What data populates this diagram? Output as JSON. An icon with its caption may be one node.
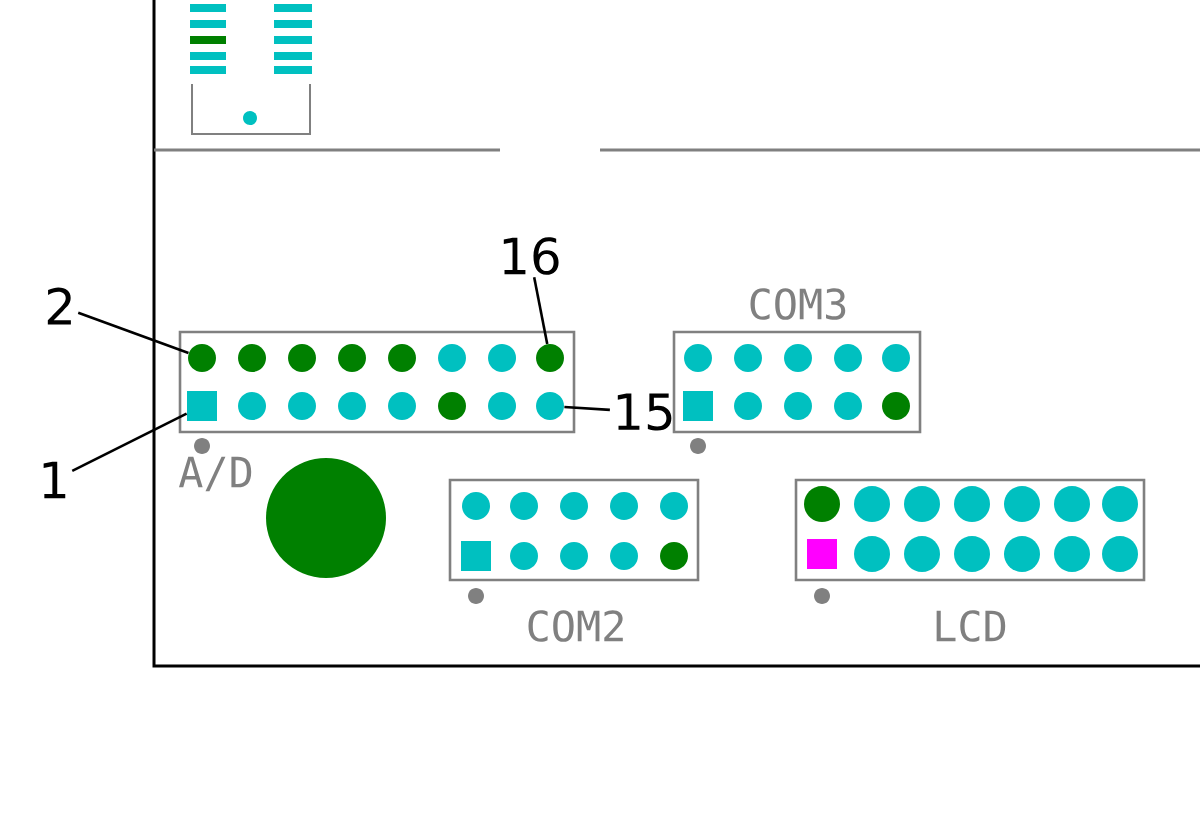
{
  "diagram": {
    "nodes": [
      {
        "text": [
          "2"
        ]
      },
      {
        "text": [
          "16"
        ]
      },
      {
        "text": [
          "1"
        ]
      },
      {
        "text": [
          "15"
        ]
      },
      {
        "text": [
          "A/D"
        ]
      },
      {
        "text": [],
        "shape": "circle",
        "in": 4
      },
      {
        "text": [],
        "shape": "circle",
        "in": 4
      },
      {
        "text": [],
        "shape": "circle",
        "in": 4
      },
      {
        "text": [],
        "shape": "circle",
        "in": 4
      },
      {
        "text": [],
        "shape": "circle",
        "in": 4
      },
      {
        "text": [],
        "shape": "circle",
        "in": 4
      },
      {
        "text": [],
        "shape": "circle",
        "in": 4
      },
      {
        "text": [],
        "shape": "circle",
        "in": 4
      },
      {
        "text": [],
        "shape": "box",
        "in": 4
      },
      {
        "text": [],
        "shape": "circle",
        "in": 4
      },
      {
        "text": [],
        "shape": "circle",
        "in": 4
      },
      {
        "text": [],
        "shape": "circle",
        "in": 4
      },
      {
        "text": [],
        "shape": "circle",
        "in": 4
      },
      {
        "text": [],
        "shape": "circle",
        "in": 4
      },
      {
        "text": [],
        "shape": "circle",
        "in": 4
      },
      {
        "text": [],
        "shape": "circle",
        "in": 4
      },
      {
        "text": [
          "COM3"
        ]
      },
      {
        "text": [
          "COM2"
        ]
      },
      {
        "text": [
          "LCD"
        ]
      }
    ],
    "edges": [
      {
        "from": 0,
        "to": 5,
        "arrow": "none"
      },
      {
        "from": 1,
        "to": 12,
        "arrow": "none"
      },
      {
        "from": 2,
        "to": 13,
        "arrow": "none"
      },
      {
        "from": 3,
        "to": 20,
        "arrow": "none"
      }
    ]
  }
}
